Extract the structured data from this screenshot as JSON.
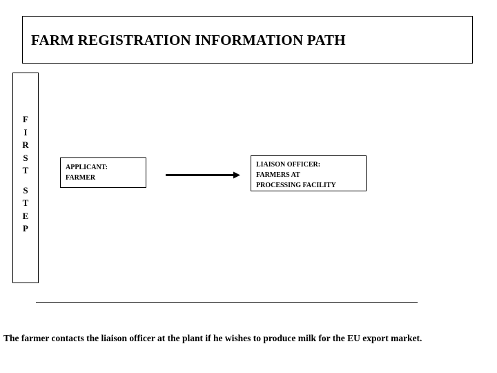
{
  "slide": {
    "title": "FARM REGISTRATION INFORMATION PATH",
    "background_color": "#ffffff",
    "line_color": "#000000",
    "text_color": "#000000"
  },
  "step_column": {
    "label": "FIRST STEP",
    "letters": [
      "F",
      "I",
      "R",
      "S",
      "T",
      "",
      "S",
      "T",
      "E",
      "P"
    ],
    "letters_top": [
      "F",
      "I",
      "R",
      "S",
      "T"
    ],
    "letters_bottom": [
      "S",
      "T",
      "E",
      "P"
    ]
  },
  "flow": {
    "applicant_box": {
      "lines": [
        "APPLICANT:",
        "FARMER"
      ],
      "line1": "APPLICANT:",
      "line2": "FARMER"
    },
    "arrow": {
      "icon": "arrow-right-icon",
      "direction": "right"
    },
    "liaison_box": {
      "lines": [
        "LIAISON OFFICER:",
        "FARMERS AT",
        "PROCESSING FACILITY"
      ],
      "line1": "LIAISON OFFICER:",
      "line2": "FARMERS AT",
      "line3": "PROCESSING FACILITY"
    }
  },
  "caption": {
    "text": "The farmer contacts the liaison officer at the plant if he wishes to produce milk for the EU export market."
  }
}
